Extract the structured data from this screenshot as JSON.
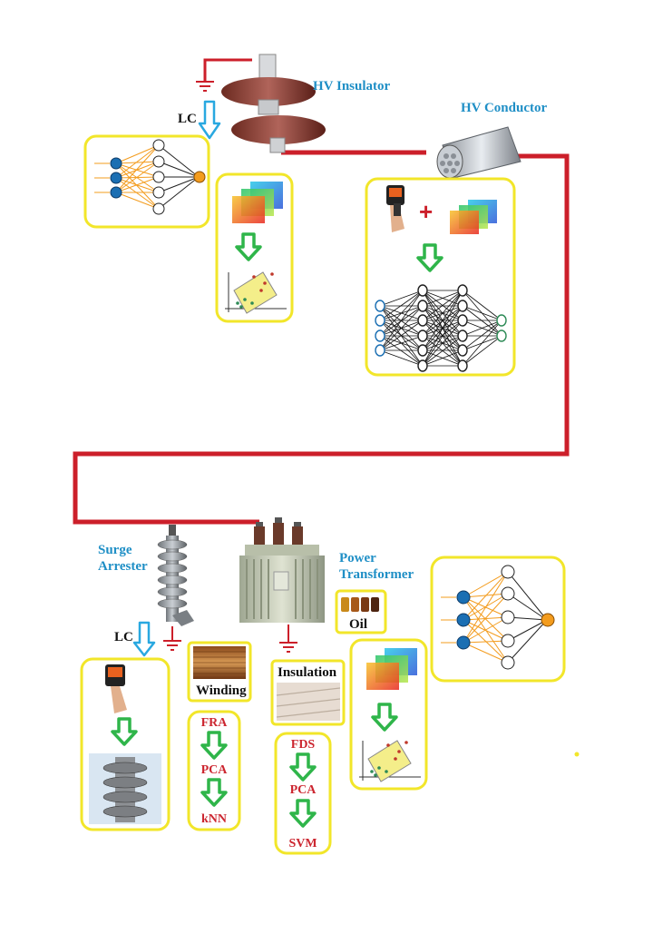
{
  "labels": {
    "hv_insulator": "HV Insulator",
    "hv_conductor": "HV Conductor",
    "surge_arrester_line1": "Surge",
    "surge_arrester_line2": "Arrester",
    "power_transformer_line1": "Power",
    "power_transformer_line2": "Transformer",
    "oil": "Oil",
    "winding": "Winding",
    "insulation": "Insulation",
    "lc_top": "LC",
    "lc_bottom": "LC"
  },
  "winding_steps": [
    "FRA",
    "PCA",
    "kNN"
  ],
  "insulation_steps": [
    "FDS",
    "PCA",
    "SVM"
  ],
  "colors": {
    "line_red": "#cc1f2a",
    "box_yellow": "#f2e62a",
    "label_blue": "#1f8fc6",
    "arrow_green": "#2fb54a",
    "arrow_blue": "#29a8e0",
    "step_red": "#cc2630",
    "node_blue": "#1b6fb3",
    "node_orange": "#f39c1e"
  },
  "icons": [
    "ground-icon",
    "lc-arrow-icon",
    "neural-network-icon",
    "thermal-camera-icon",
    "image-stack-icon",
    "svm-plot-icon",
    "down-arrow-icon"
  ]
}
